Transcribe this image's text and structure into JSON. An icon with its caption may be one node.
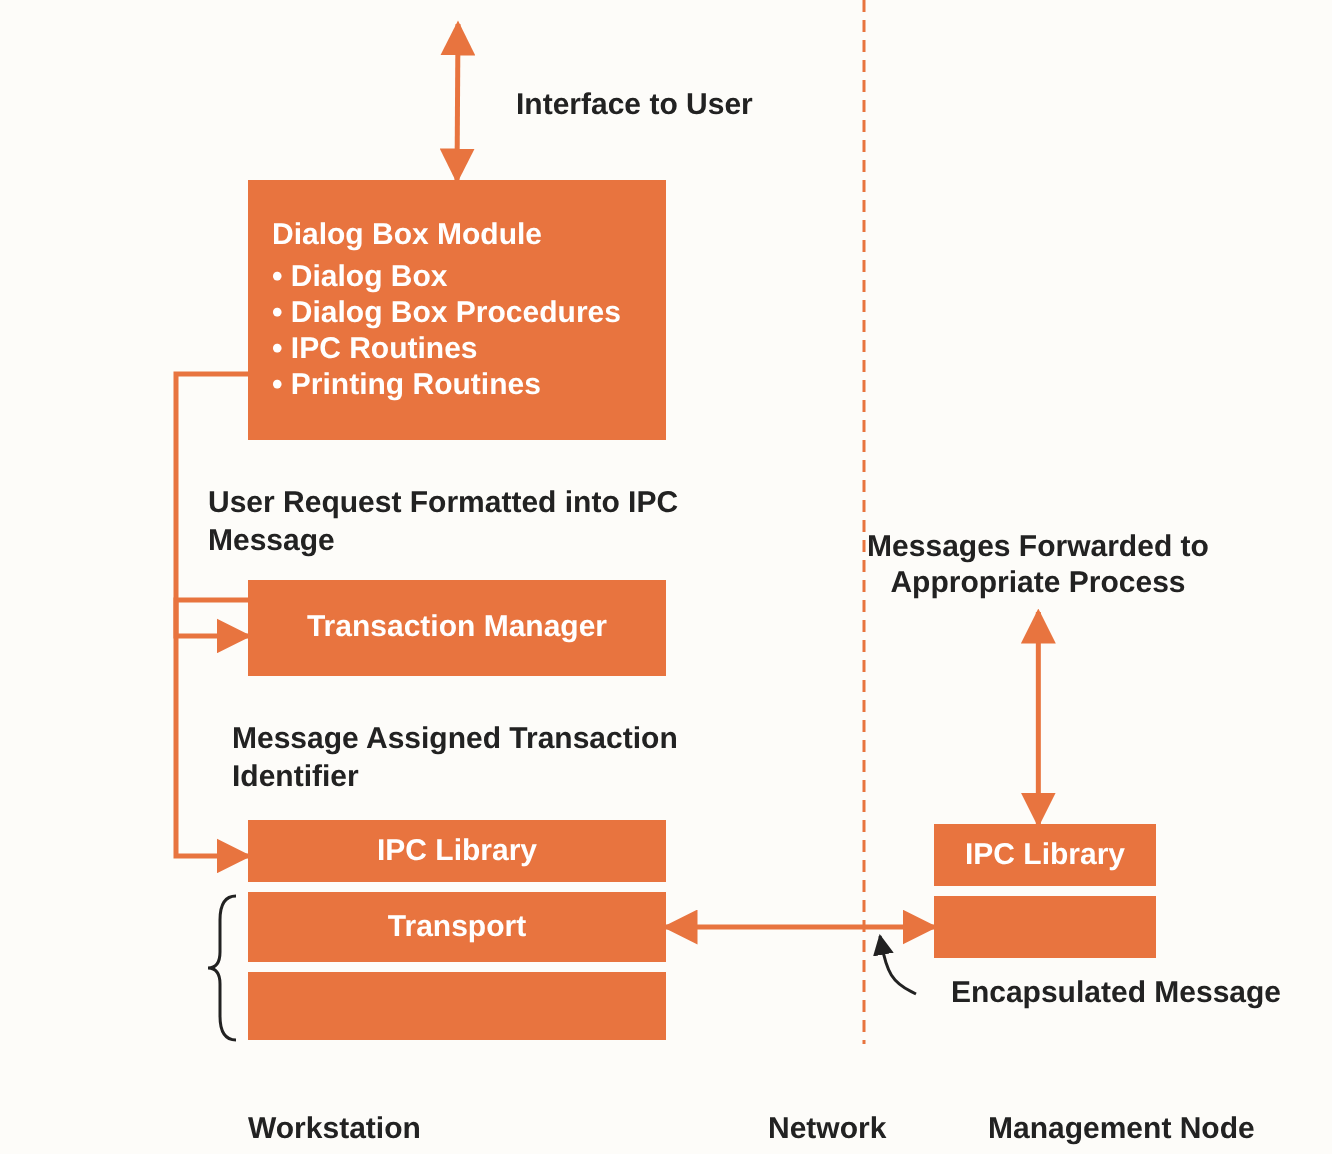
{
  "diagram": {
    "nodes": [
      {
        "text": [
          "Dialog Box Module",
          "• Dialog Box",
          "• Dialog Box Procedures",
          "• IPC Routines",
          "• Printing Routines"
        ]
      },
      {
        "text": [
          "Transaction Manager"
        ]
      },
      {
        "text": [
          "IPC Library"
        ]
      },
      {
        "text": [
          "Transport"
        ]
      },
      {
        "text": [],
        "shape": "box"
      },
      {
        "text": [
          "IPC Library"
        ]
      },
      {
        "text": [],
        "shape": "box"
      },
      {
        "text": [
          "Encapsulated Message"
        ]
      },
      {
        "text": [
          "Messages Forwarded to Appropriate Process"
        ]
      }
    ],
    "edges": [
      {
        "from": null,
        "to": 0,
        "arrow": "both"
      },
      {
        "from": 0,
        "to": 1,
        "arrow": "to"
      },
      {
        "from": 1,
        "to": 2,
        "arrow": "to"
      },
      {
        "from": 3,
        "to": 6,
        "arrow": "both"
      },
      {
        "from": 5,
        "to": 8,
        "arrow": "both"
      },
      {
        "from": 7,
        "to": null,
        "arrow": "to",
        "color": "#222222"
      }
    ],
    "labels": [
      "Interface to User",
      "User Request Formatted into IPC Message",
      "Message Assigned Transaction Identifier",
      "Workstation",
      "Network",
      "Management Node"
    ]
  }
}
